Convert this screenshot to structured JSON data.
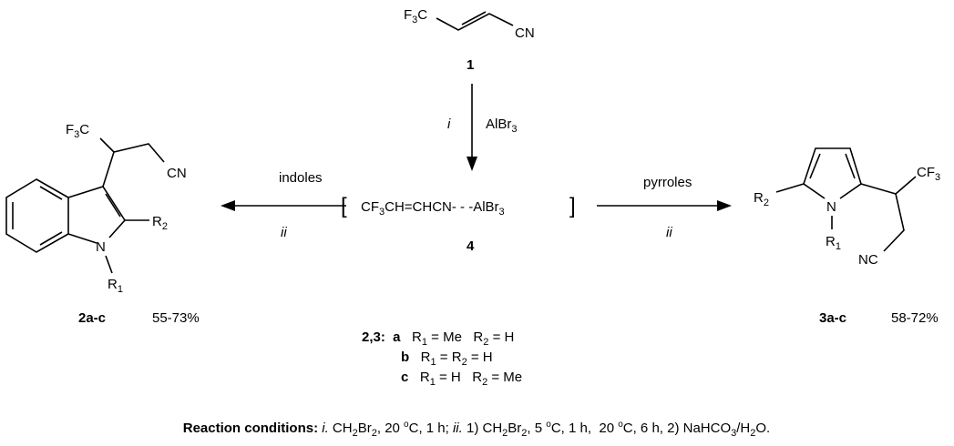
{
  "reagent_1": {
    "left": [
      [
        "F",
        ""
      ],
      [
        "3",
        "sub"
      ],
      [
        "C",
        ""
      ]
    ],
    "right": [
      [
        "CN",
        ""
      ]
    ],
    "label": [
      [
        "1",
        "b"
      ]
    ]
  },
  "step_i": {
    "label": [
      [
        "i",
        "i"
      ]
    ],
    "reagent": [
      [
        "AlBr",
        ""
      ],
      [
        "3",
        "sub"
      ]
    ]
  },
  "intermediate": {
    "formula": [
      [
        "CF",
        ""
      ],
      [
        "3",
        "sub"
      ],
      [
        "CH=CHCN- - -AlBr",
        ""
      ],
      [
        "3",
        "sub"
      ]
    ],
    "label": [
      [
        "4",
        "b"
      ]
    ],
    "bracket_left": "[",
    "bracket_right": "]"
  },
  "left_arrow": {
    "above": [
      [
        "indoles",
        ""
      ]
    ],
    "below": [
      [
        "ii",
        "i"
      ]
    ]
  },
  "right_arrow": {
    "above": [
      [
        "pyrroles",
        ""
      ]
    ],
    "below": [
      [
        "ii",
        "i"
      ]
    ]
  },
  "indole_product": {
    "cf3": [
      [
        "F",
        ""
      ],
      [
        "3",
        "sub"
      ],
      [
        "C",
        ""
      ]
    ],
    "cn": [
      [
        "CN",
        ""
      ]
    ],
    "n": [
      [
        "N",
        ""
      ]
    ],
    "r1": [
      [
        "R",
        ""
      ],
      [
        "1",
        "sub"
      ]
    ],
    "r2": [
      [
        "R",
        ""
      ],
      [
        "2",
        "sub"
      ]
    ],
    "label": [
      [
        "2a-c",
        "b"
      ]
    ],
    "yield": [
      [
        "55-73%",
        ""
      ]
    ]
  },
  "pyrrole_product": {
    "cf3": [
      [
        "CF",
        ""
      ],
      [
        "3",
        "sub"
      ]
    ],
    "nc": [
      [
        "NC",
        ""
      ]
    ],
    "n": [
      [
        "N",
        ""
      ]
    ],
    "r1": [
      [
        "R",
        ""
      ],
      [
        "1",
        "sub"
      ]
    ],
    "r2": [
      [
        "R",
        ""
      ],
      [
        "2",
        "sub"
      ]
    ],
    "label": [
      [
        "3a-c",
        "b"
      ]
    ],
    "yield": [
      [
        "58-72%",
        ""
      ]
    ]
  },
  "substituents": [
    [
      [
        "2,3:  a",
        "b"
      ],
      [
        "   R",
        ""
      ],
      [
        "1",
        "sub"
      ],
      [
        " = Me   R",
        ""
      ],
      [
        "2",
        "sub"
      ],
      [
        " = H",
        ""
      ]
    ],
    [
      [
        "b",
        "b"
      ],
      [
        "   R",
        ""
      ],
      [
        "1",
        "sub"
      ],
      [
        " = R",
        ""
      ],
      [
        "2",
        "sub"
      ],
      [
        " = H",
        ""
      ]
    ],
    [
      [
        "c",
        "b"
      ],
      [
        "   R",
        ""
      ],
      [
        "1",
        "sub"
      ],
      [
        " = H   R",
        ""
      ],
      [
        "2",
        "sub"
      ],
      [
        " = Me",
        ""
      ]
    ]
  ],
  "conditions": [
    [
      "Reaction conditions:",
      "b"
    ],
    [
      " ",
      ""
    ],
    [
      "i.",
      "i"
    ],
    [
      " CH",
      ""
    ],
    [
      "2",
      "sub"
    ],
    [
      "Br",
      ""
    ],
    [
      "2",
      "sub"
    ],
    [
      ", 20 ",
      ""
    ],
    [
      "o",
      "sup"
    ],
    [
      "C, 1 h; ",
      ""
    ],
    [
      "ii.",
      "i"
    ],
    [
      " 1) CH",
      ""
    ],
    [
      "2",
      "sub"
    ],
    [
      "Br",
      ""
    ],
    [
      "2",
      "sub"
    ],
    [
      ", 5 ",
      ""
    ],
    [
      "o",
      "sup"
    ],
    [
      "C, 1 h,  20 ",
      ""
    ],
    [
      "o",
      "sup"
    ],
    [
      "C, 6 h, 2) NaHCO",
      ""
    ],
    [
      "3",
      "sub"
    ],
    [
      "/H",
      ""
    ],
    [
      "2",
      "sub"
    ],
    [
      "O.",
      ""
    ]
  ]
}
